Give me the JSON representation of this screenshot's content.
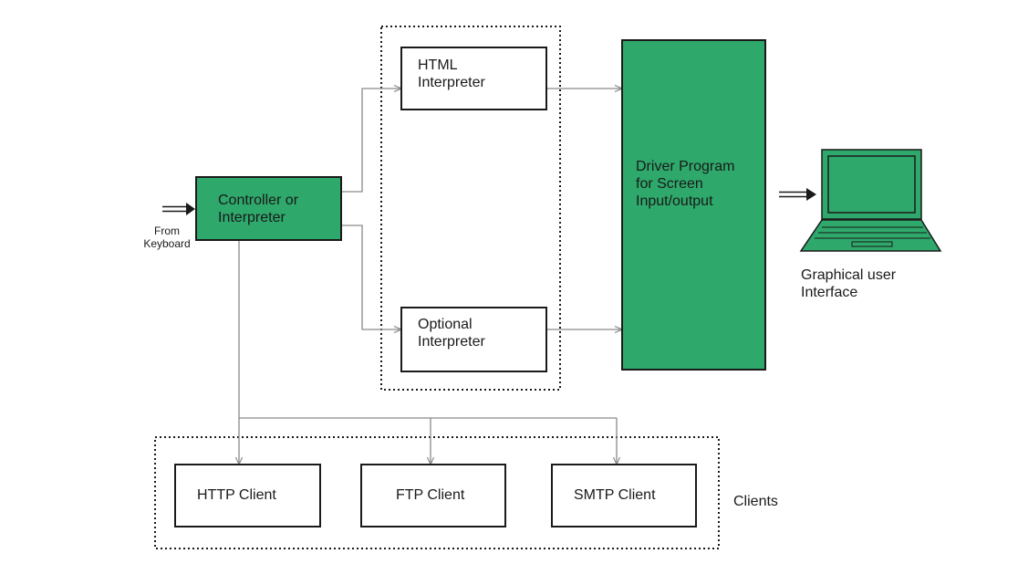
{
  "diagram": {
    "controller": {
      "line1": "Controller or",
      "line2": "Interpreter"
    },
    "from_keyboard": {
      "line1": "From",
      "line2": "Keyboard"
    },
    "html_interpreter": {
      "line1": "HTML",
      "line2": "Interpreter"
    },
    "optional_interpreter": {
      "line1": "Optional",
      "line2": "Interpreter"
    },
    "driver_program": {
      "line1": "Driver Program",
      "line2": "for Screen",
      "line3": "Input/output"
    },
    "gui": {
      "line1": "Graphical user",
      "line2": "Interface"
    },
    "clients": {
      "http": "HTTP Client",
      "ftp": "FTP Client",
      "smtp": "SMTP Client",
      "group_label": "Clients"
    }
  },
  "colors": {
    "green_fill": "#2ea86b",
    "border": "#1a1a1a",
    "connector": "#8a8a8a"
  }
}
